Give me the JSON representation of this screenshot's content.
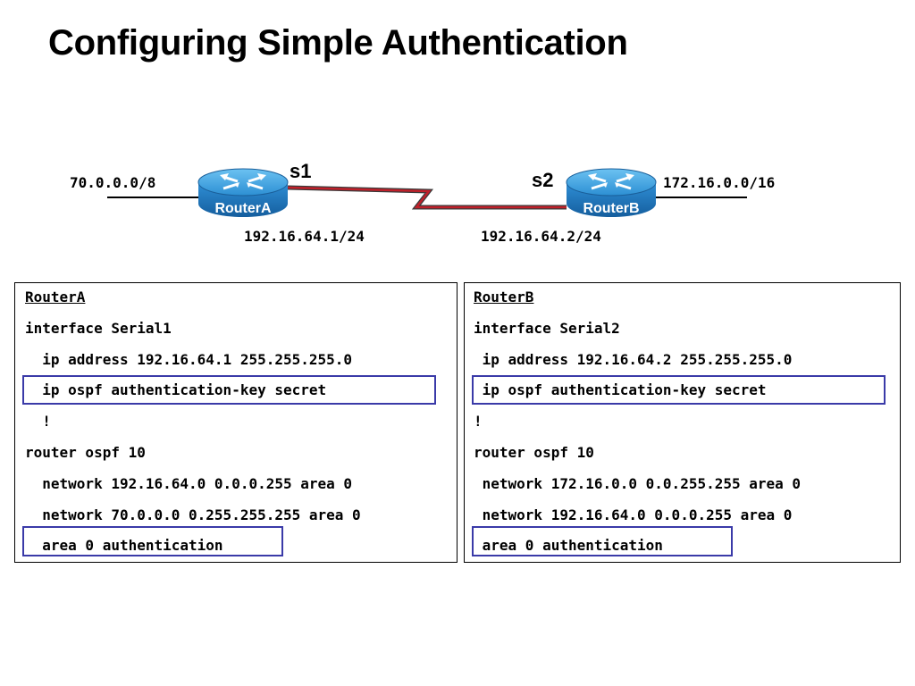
{
  "slide": {
    "title": "Configuring Simple Authentication"
  },
  "topology": {
    "routerA": {
      "name": "RouterA",
      "network": "70.0.0.0/8",
      "interface": "s1",
      "ip": "192.16.64.1/24"
    },
    "routerB": {
      "name": "RouterB",
      "network": "172.16.0.0/16",
      "interface": "s2",
      "ip": "192.16.64.2/24"
    },
    "colors": {
      "router_body": "#1e7cc4",
      "router_top": "#3fa6e8",
      "serial_link": "#c0202a",
      "highlight_box": "#3a3aa8"
    }
  },
  "configA": {
    "header": "RouterA",
    "lines": [
      "interface Serial1",
      "  ip address 192.16.64.1 255.255.255.0",
      "  ip ospf authentication-key secret",
      "  !",
      "router ospf 10",
      "  network 192.16.64.0 0.0.0.255 area 0",
      "  network 70.0.0.0 0.255.255.255 area 0",
      "  area 0 authentication"
    ]
  },
  "configB": {
    "header": "RouterB",
    "lines": [
      "interface Serial2",
      " ip address 192.16.64.2 255.255.255.0",
      " ip ospf authentication-key secret",
      "!",
      "router ospf 10",
      " network 172.16.0.0 0.0.255.255 area 0",
      " network 192.16.64.0 0.0.0.255 area 0",
      " area 0 authentication"
    ]
  }
}
